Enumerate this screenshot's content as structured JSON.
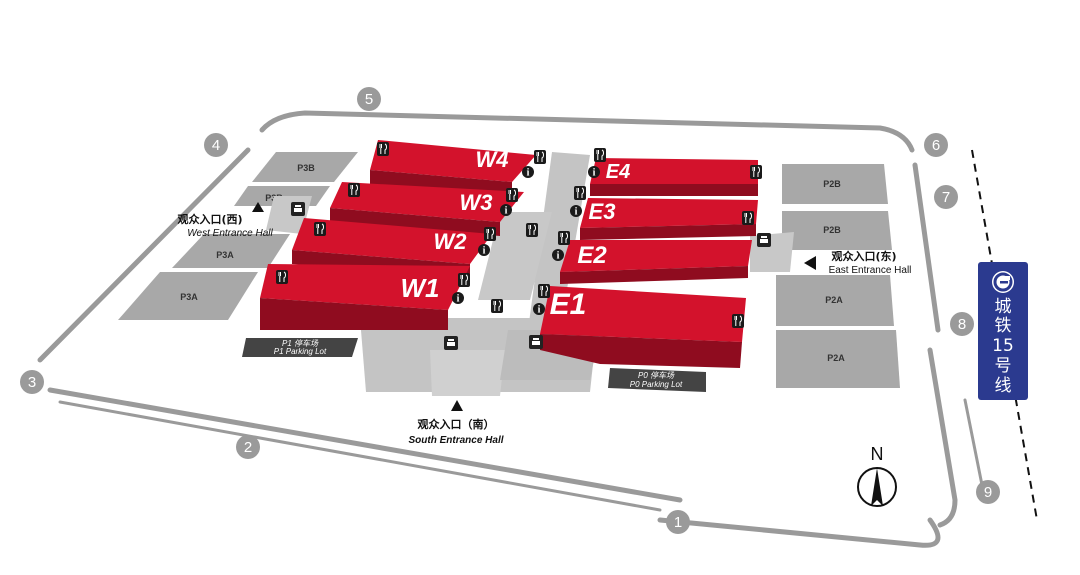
{
  "halls": {
    "w1": "W1",
    "w2": "W2",
    "w3": "W3",
    "w4": "W4",
    "e1": "E1",
    "e2": "E2",
    "e3": "E3",
    "e4": "E4"
  },
  "parking": {
    "p3b_top": "P3B",
    "p3b_small": "P3B",
    "p3a_top": "P3A",
    "p3a_bottom": "P3A",
    "p2b_top": "P2B",
    "p2b_bottom": "P2B",
    "p2a_top": "P2A",
    "p2a_bottom": "P2A"
  },
  "lots": {
    "p1_zh": "P1 停车场",
    "p1_en": "P1 Parking Lot",
    "p0_zh": "P0 停车场",
    "p0_en": "P0 Parking Lot"
  },
  "entrances": {
    "west_zh": "观众入口(西)",
    "west_en": "West Entrance Hall",
    "east_zh": "观众入口(东)",
    "east_en": "East Entrance Hall",
    "south_zh": "观众入口（南）",
    "south_en": "South Entrance Hall"
  },
  "gates": [
    "1",
    "2",
    "3",
    "4",
    "5",
    "6",
    "7",
    "8",
    "9"
  ],
  "metro": {
    "c1": "城",
    "c2": "铁",
    "num": "15",
    "c3": "号",
    "c4": "线"
  },
  "compass": {
    "label": "N"
  },
  "icons": {
    "restaurant": "fork-knife-icon",
    "info": "info-icon",
    "service": "service-desk-icon"
  },
  "colors": {
    "hall": "#d3122c",
    "hall_dark": "#8f0c1f",
    "concourse": "#bdbdbd",
    "parking": "#a8a8a8",
    "metro": "#2b3a8f"
  }
}
